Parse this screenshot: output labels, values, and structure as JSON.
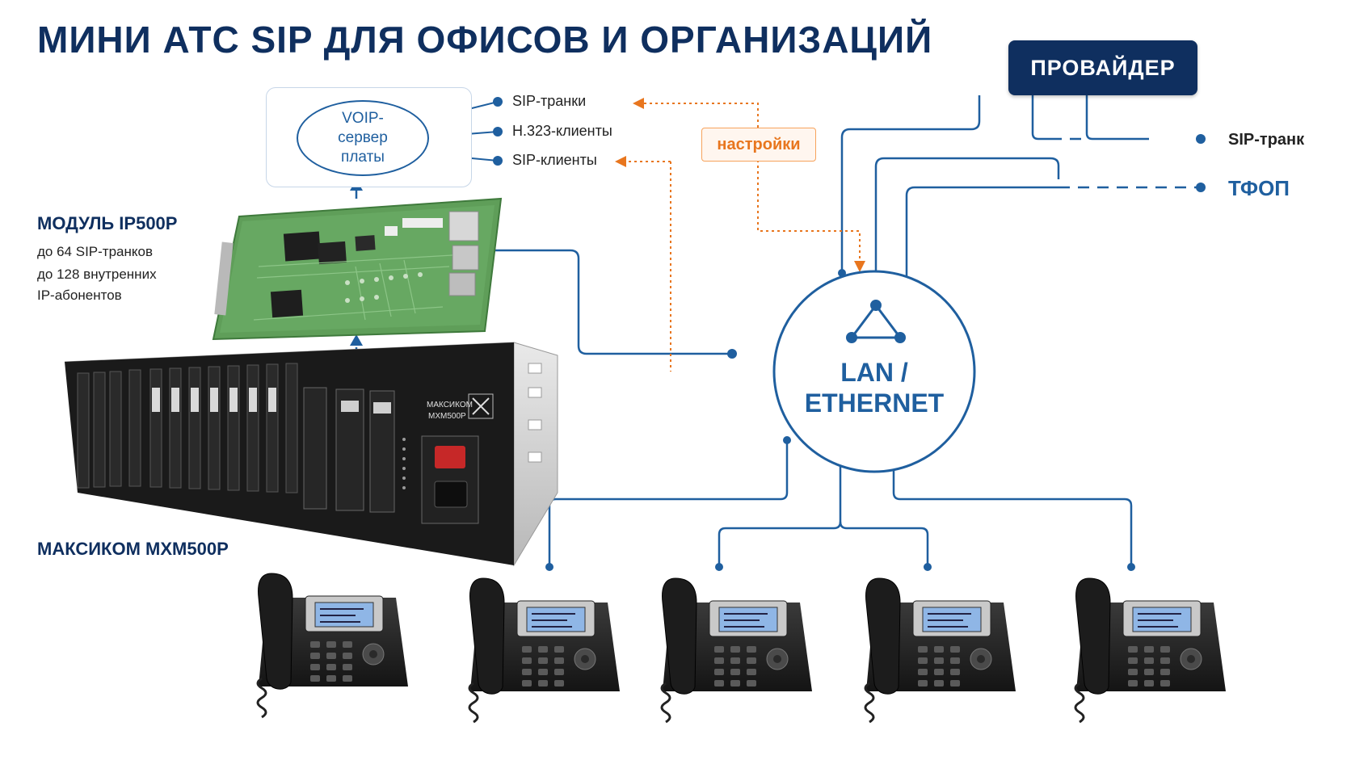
{
  "title": "МИНИ АТС SIP ДЛЯ ОФИСОВ И ОРГАНИЗАЦИЙ",
  "provider": "ПРОВАЙДЕР",
  "voip_server": {
    "line1": "VOIP-",
    "line2": "сервер",
    "line3": "платы"
  },
  "voip_items": [
    "SIP-транки",
    "H.323-клиенты",
    "SIP-клиенты"
  ],
  "settings_label": "настройки",
  "module": {
    "title": "МОДУЛЬ IP500P",
    "notes": [
      "до 64 SIP-транков",
      "до 128 внутренних",
      "IP-абонентов"
    ]
  },
  "device": {
    "title": "МАКСИКОМ MXM500P",
    "brand_line1": "МАКСИКОМ",
    "brand_line2": "MXM500P"
  },
  "network": {
    "line1": "LAN /",
    "line2": "ETHERNET"
  },
  "external": {
    "sip_trunk": "SIP-транк",
    "pstn": "ТФОП"
  },
  "phones_count": 5,
  "colors": {
    "primary_dark": "#0f2f5f",
    "primary": "#1f5f9f",
    "accent_orange": "#e8761e",
    "board_green": "#5f9e59"
  }
}
